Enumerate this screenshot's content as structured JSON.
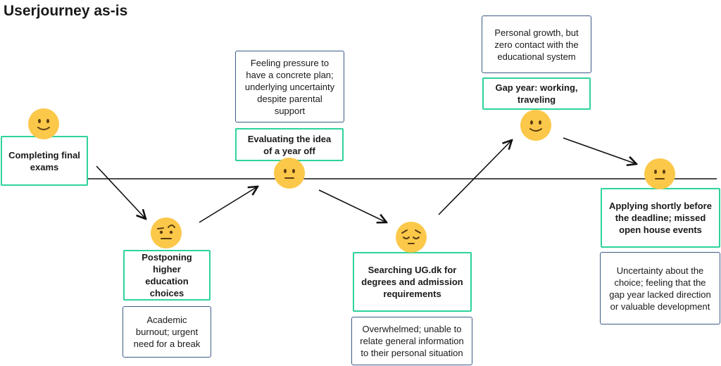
{
  "title": "Userjourney as-is",
  "colors": {
    "step_border": "#2ed39a",
    "desc_border": "#3b5b85",
    "emoji": "#fcc84a"
  },
  "stages": [
    {
      "step": "Completing final exams",
      "emotion": "slightly-smiling-face-icon"
    },
    {
      "step": "Postponing higher education choices",
      "description": "Academic burnout; urgent need for a break",
      "emotion": "face-with-raised-eyebrow-icon"
    },
    {
      "step": "Evaluating the idea of a year off",
      "description": "Feeling pressure to have a concrete plan; underlying uncertainty despite parental support",
      "emotion": "neutral-face-icon"
    },
    {
      "step": "Searching UG.dk for degrees and admission requirements",
      "description": "Overwhelmed; unable to relate general information to their personal situation",
      "emotion": "pensive-face-icon"
    },
    {
      "step": "Gap year: working, traveling",
      "description": "Personal growth, but zero contact with the educational system",
      "emotion": "slightly-smiling-face-icon"
    },
    {
      "step": "Applying shortly before the deadline; missed open house events",
      "description": "Uncertainty about the choice; feeling that the gap year lacked direction or valuable development",
      "emotion": "neutral-face-icon"
    }
  ]
}
